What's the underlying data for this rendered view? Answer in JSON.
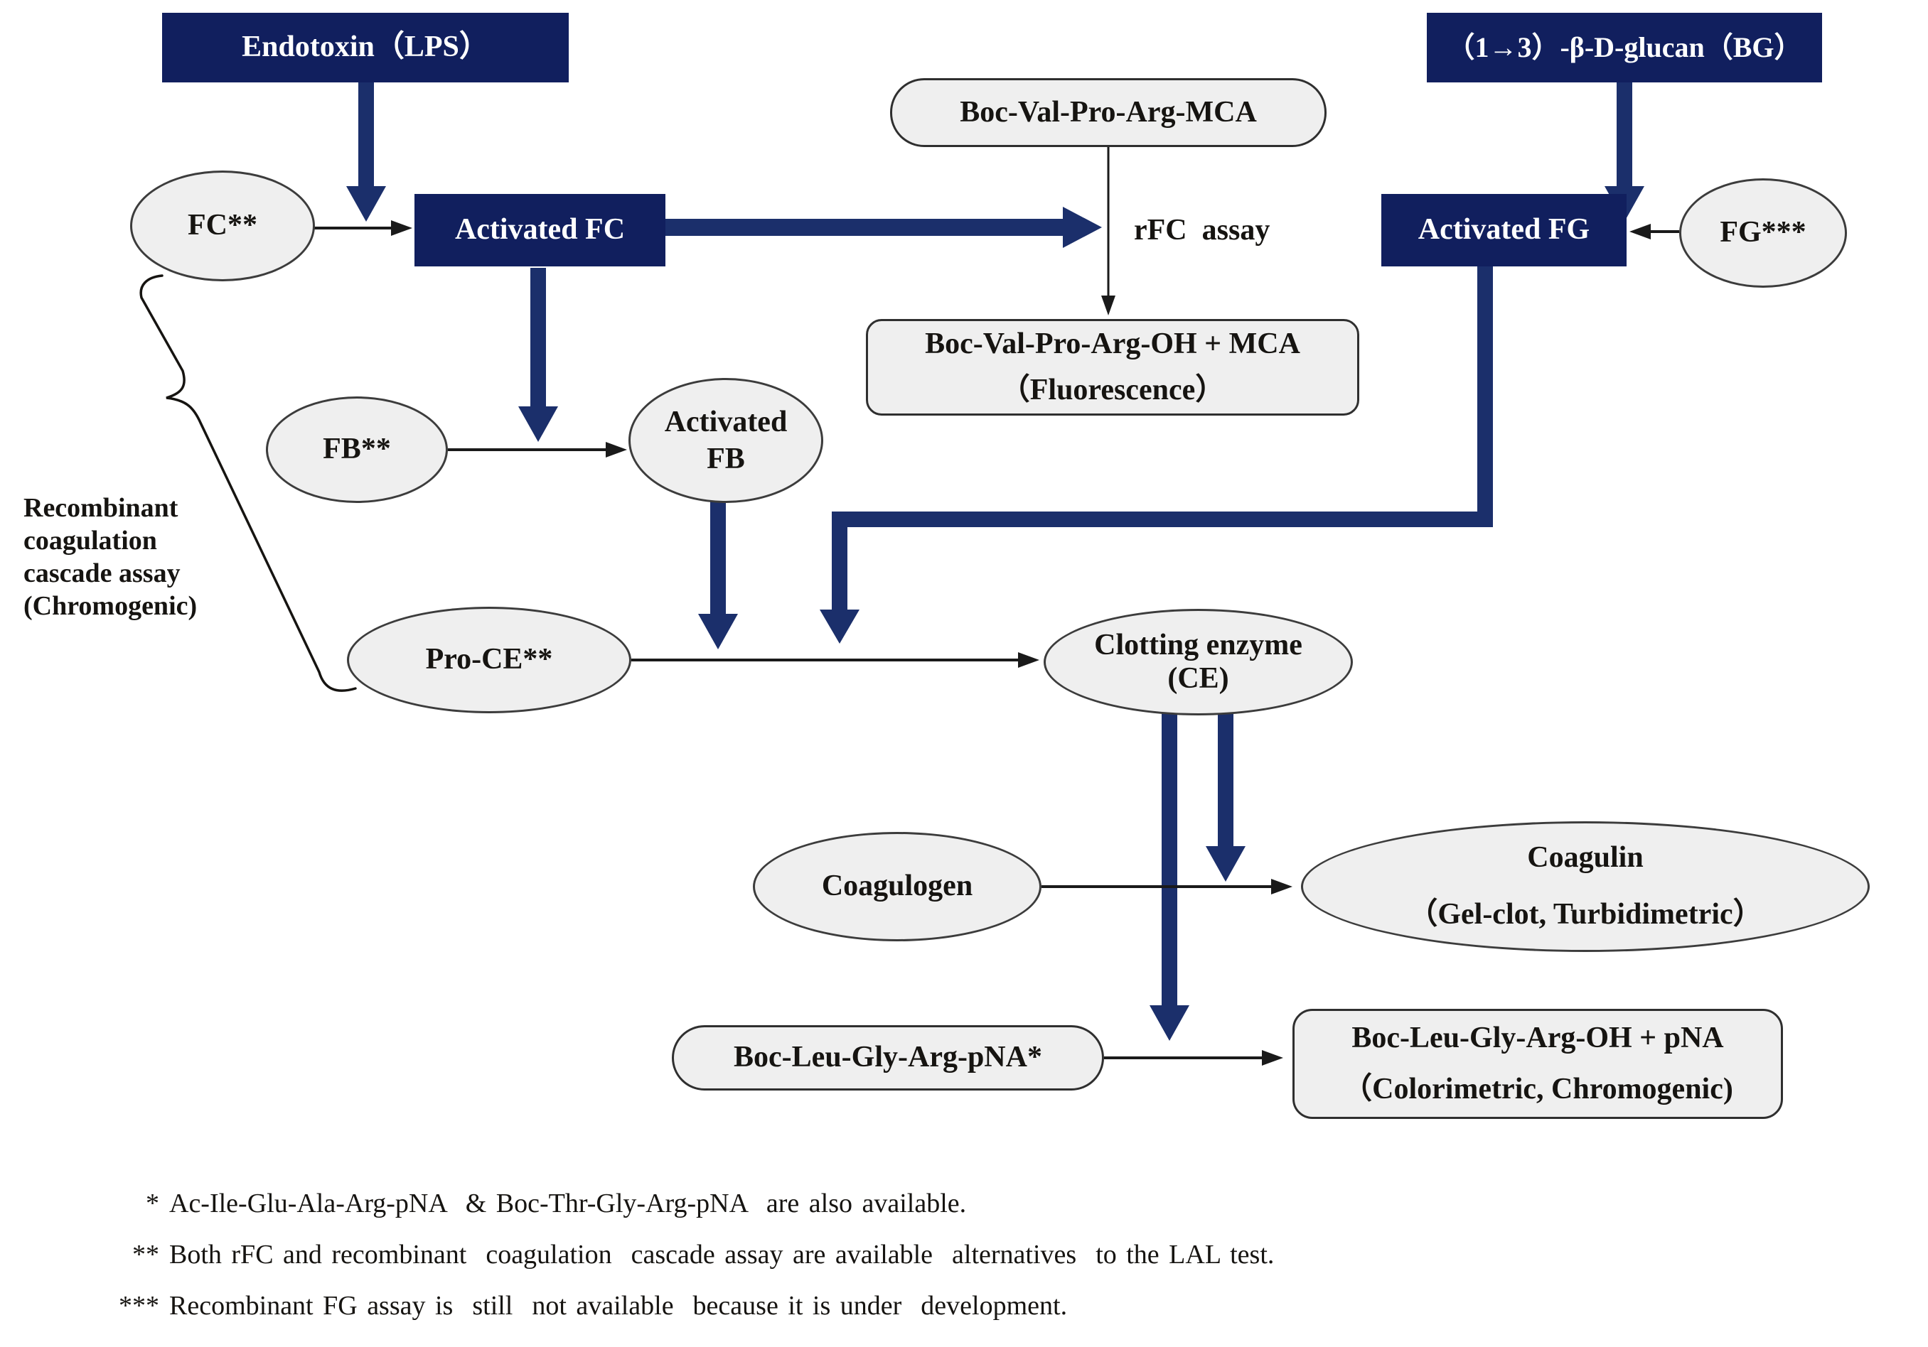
{
  "colors": {
    "paper": "#ffffff",
    "navy_box": "#111f5e",
    "navy_arrow": "#1b2f6b",
    "node_fill": "#efefef",
    "node_border": "#3c3c3c",
    "rect_border": "#2f2f2f",
    "ink": "#161411",
    "box_text": "#ffffff",
    "line_black": "#1a1a1a"
  },
  "nodes": {
    "endotoxin": {
      "label": "Endotoxin（LPS）"
    },
    "bg_glucan": {
      "label": "（1→3）-β-D-glucan（BG）"
    },
    "activated_fc": {
      "label": "Activated FC"
    },
    "activated_fg": {
      "label": "Activated FG"
    },
    "fc": {
      "label": "FC**"
    },
    "fg": {
      "label": "FG***"
    },
    "fb": {
      "label": "FB**"
    },
    "activated_fb": {
      "line1": "Activated",
      "line2": "FB"
    },
    "pro_ce": {
      "label": "Pro-CE**"
    },
    "clotting_enzyme": {
      "line1": "Clotting enzyme",
      "line2": "(CE)"
    },
    "coagulogen": {
      "label": "Coagulogen"
    },
    "coagulin": {
      "line1": "Coagulin",
      "line2": "（Gel-clot, Turbidimetric）"
    },
    "boc_val_pro_arg_mca": {
      "label": "Boc-Val-Pro-Arg-MCA"
    },
    "boc_val_pro_arg_oh": {
      "line1": "Boc-Val-Pro-Arg-OH + MCA",
      "line2": "（Fluorescence）"
    },
    "boc_leu_gly_arg_pna": {
      "label": "Boc-Leu-Gly-Arg-pNA*"
    },
    "boc_leu_gly_arg_oh": {
      "line1": "Boc-Leu-Gly-Arg-OH + pNA",
      "line2": "（Colorimetric, Chromogenic)"
    }
  },
  "labels": {
    "rfc_assay": "rFC  assay",
    "cascade_note": {
      "line1": "Recombinant",
      "line2": "coagulation",
      "line3": "cascade assay",
      "line4": "(Chromogenic)"
    }
  },
  "footnotes": [
    {
      "marker": "*",
      "text": "Ac-Ile-Glu-Ala-Arg-pNA  & Boc-Thr-Gly-Arg-pNA  are also available."
    },
    {
      "marker": "**",
      "text": "Both rFC and recombinant  coagulation  cascade assay are available  alternatives  to the LAL test."
    },
    {
      "marker": "***",
      "text": "Recombinant FG assay is  still  not available  because it is under  development."
    }
  ]
}
